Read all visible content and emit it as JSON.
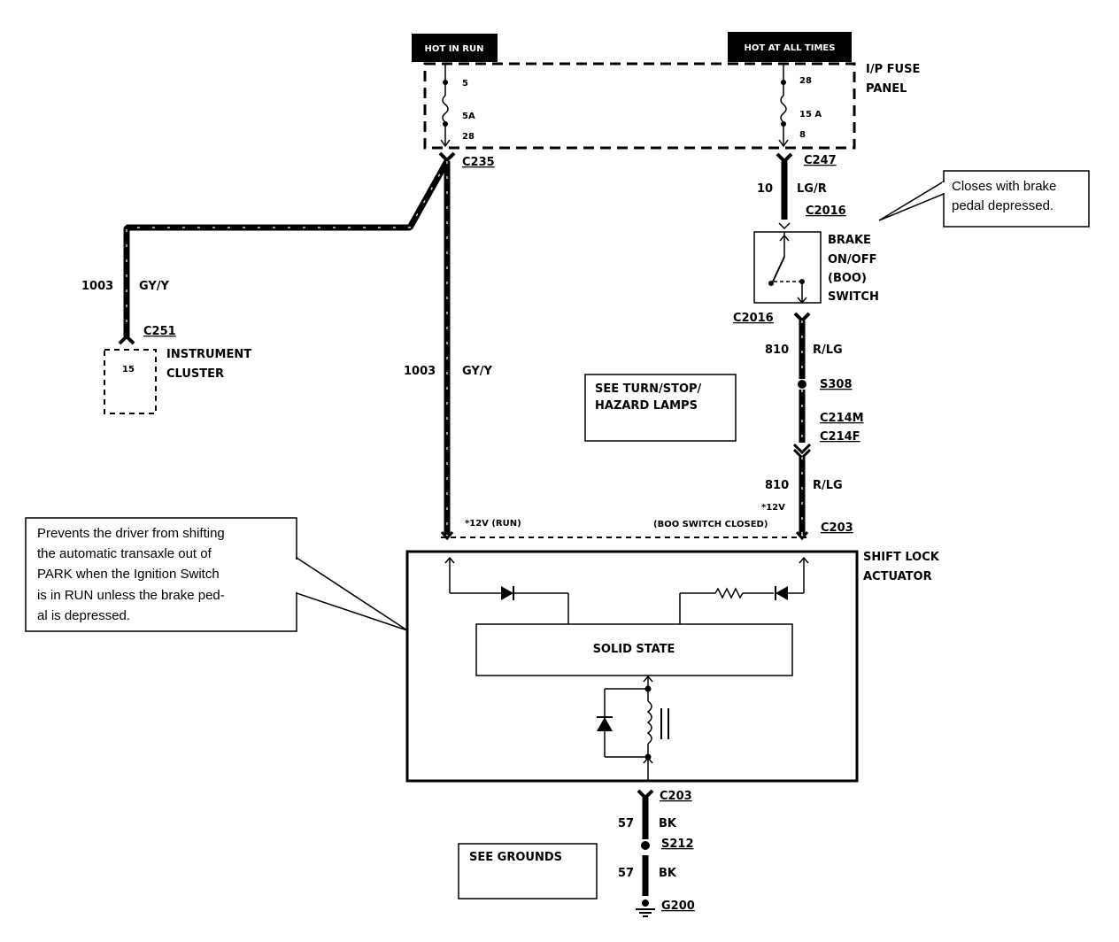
{
  "headers": {
    "hot_in_run": "HOT IN RUN",
    "hot_at_all_times": "HOT AT ALL TIMES"
  },
  "fuse_panel": {
    "label_line1": "I/P FUSE",
    "label_line2": "PANEL",
    "left_fuse_num": "5",
    "left_fuse_rating": "5A",
    "left_fuse_pin": "28",
    "right_fuse_num": "28",
    "right_fuse_rating": "15 A",
    "right_fuse_pin": "8"
  },
  "connectors": {
    "c235": "C235",
    "c247": "C247",
    "c2016_top": "C2016",
    "c2016_bottom": "C2016",
    "c251": "C251",
    "s308": "S308",
    "c214m": "C214M",
    "c214f": "C214F",
    "c203_top": "C203",
    "c203_bottom": "C203",
    "s212": "S212",
    "g200": "G200"
  },
  "wires": {
    "circuit_10": "10",
    "color_lg_r": "LG/R",
    "circuit_1003_left": "1003",
    "color_gy_y_left": "GY/Y",
    "circuit_1003_center": "1003",
    "color_gy_y_center": "GY/Y",
    "circuit_810_upper": "810",
    "color_r_lg_upper": "R/LG",
    "circuit_810_lower": "810",
    "color_r_lg_lower": "R/LG",
    "circuit_57_upper": "57",
    "color_bk_upper": "BK",
    "circuit_57_lower": "57",
    "color_bk_lower": "BK"
  },
  "instrument_cluster": {
    "pin": "15",
    "label_line1": "INSTRUMENT",
    "label_line2": "CLUSTER"
  },
  "brake_switch": {
    "line1": "BRAKE",
    "line2": "ON/OFF",
    "line3": "(BOO)",
    "line4": "SWITCH"
  },
  "brake_note": {
    "line1": "Closes with brake",
    "line2": "pedal depressed."
  },
  "turn_box": {
    "line1": "SEE TURN/STOP/",
    "line2": "HAZARD LAMPS"
  },
  "voltages": {
    "run": "*12V (RUN)",
    "boo_top": "*12V",
    "boo_bottom": "(BOO SWITCH CLOSED)"
  },
  "actuator": {
    "line1": "SHIFT LOCK",
    "line2": "ACTUATOR",
    "module": "SOLID STATE"
  },
  "prevent_note": {
    "line1": "Prevents the driver from shifting",
    "line2": "the automatic transaxle out of",
    "line3": "PARK when the Ignition Switch",
    "line4": "is in RUN unless the brake ped-",
    "line5": "al is depressed."
  },
  "grounds_box": {
    "label": "SEE GROUNDS"
  }
}
